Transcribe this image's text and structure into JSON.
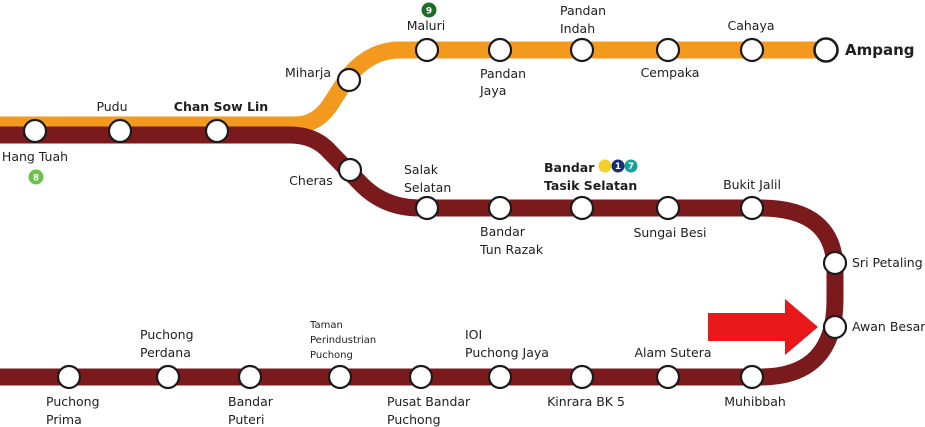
{
  "colors": {
    "orange_line": "#F39A1E",
    "maroon_line": "#7A1A1C",
    "arrow": "#E8171A",
    "badge_8": "#6CC24A",
    "badge_9": "#1E6B2A",
    "badge_yellow": "#F2D12E",
    "badge_navy": "#1B2A7A",
    "badge_teal": "#14A39A"
  },
  "stations": {
    "hang_tuah": "Hang Tuah",
    "pudu": "Pudu",
    "chan_sow_lin": "Chan Sow Lin",
    "miharja": "Miharja",
    "maluri": "Maluri",
    "pandan_jaya": [
      "Pandan",
      "Jaya"
    ],
    "pandan_indah": [
      "Pandan",
      "Indah"
    ],
    "cempaka": "Cempaka",
    "cahaya": "Cahaya",
    "ampang": "Ampang",
    "cheras": "Cheras",
    "salak_selatan": [
      "Salak",
      "Selatan"
    ],
    "bandar_tun_razak": [
      "Bandar",
      "Tun Razak"
    ],
    "bandar_tasik_selatan": [
      "Bandar",
      "Tasik Selatan"
    ],
    "sungai_besi": "Sungai Besi",
    "bukit_jalil": "Bukit Jalil",
    "sri_petaling": "Sri Petaling",
    "awan_besar": "Awan Besar",
    "muhibbah": "Muhibbah",
    "alam_sutera": "Alam Sutera",
    "kinrara": "Kinrara BK 5",
    "ioi_puchong_jaya": [
      "IOI",
      "Puchong Jaya"
    ],
    "pusat_bandar_puchong": [
      "Pusat Bandar",
      "Puchong"
    ],
    "taman_perindustrian_puchong": [
      "Taman",
      "Perindustrian",
      "Puchong"
    ],
    "bandar_puteri": [
      "Bandar",
      "Puteri"
    ],
    "puchong_perdana": [
      "Puchong",
      "Perdana"
    ],
    "puchong_prima": [
      "Puchong",
      "Prima"
    ]
  },
  "badges": {
    "hang_tuah": "8",
    "maluri": "9",
    "bts_navy": "1",
    "bts_teal": "7"
  }
}
